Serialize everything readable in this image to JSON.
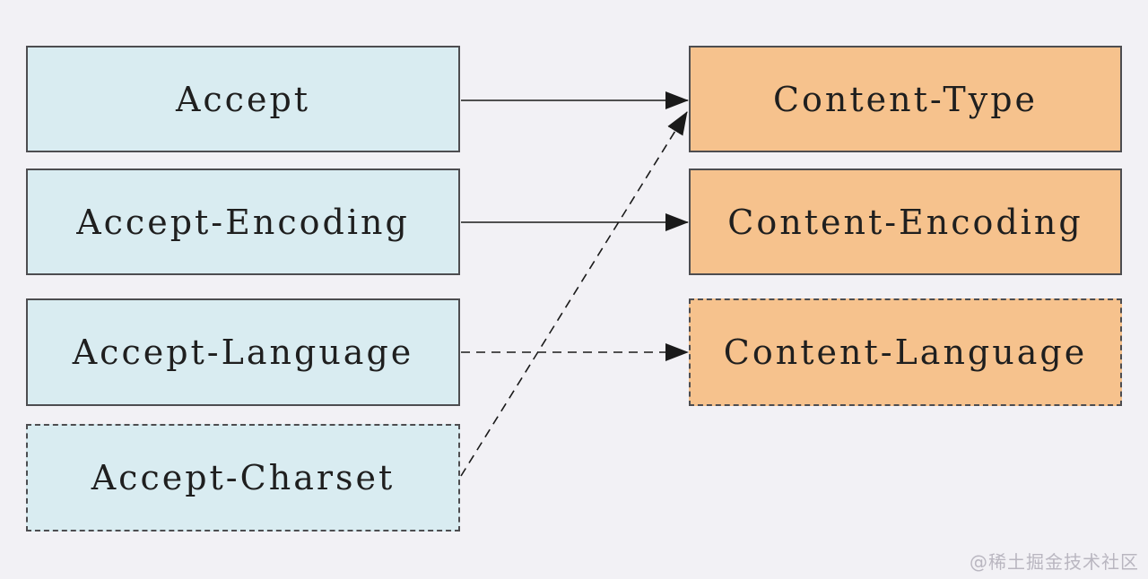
{
  "diagram": {
    "request_nodes": [
      {
        "id": "accept",
        "label": "Accept",
        "border": "solid"
      },
      {
        "id": "accept-encoding",
        "label": "Accept-Encoding",
        "border": "solid"
      },
      {
        "id": "accept-language",
        "label": "Accept-Language",
        "border": "solid"
      },
      {
        "id": "accept-charset",
        "label": "Accept-Charset",
        "border": "dashed"
      }
    ],
    "response_nodes": [
      {
        "id": "content-type",
        "label": "Content-Type",
        "border": "solid"
      },
      {
        "id": "content-encoding",
        "label": "Content-Encoding",
        "border": "solid"
      },
      {
        "id": "content-language",
        "label": "Content-Language",
        "border": "dashed"
      }
    ],
    "connections": [
      {
        "from": "Accept",
        "to": "Content-Type",
        "line": "solid"
      },
      {
        "from": "Accept-Encoding",
        "to": "Content-Encoding",
        "line": "solid"
      },
      {
        "from": "Accept-Language",
        "to": "Content-Language",
        "line": "dashed"
      },
      {
        "from": "Accept-Charset",
        "to": "Content-Type",
        "line": "dashed"
      }
    ],
    "colors": {
      "background": "#f2f1f5",
      "request_box_fill": "#d9ecf1",
      "response_box_fill": "#f6c28d",
      "border": "#4d4d50",
      "arrow": "#1a1a1a",
      "text": "#1f1f1f",
      "watermark": "#b9b6c0"
    }
  },
  "watermark": {
    "text": "@稀土掘金技术社区"
  }
}
